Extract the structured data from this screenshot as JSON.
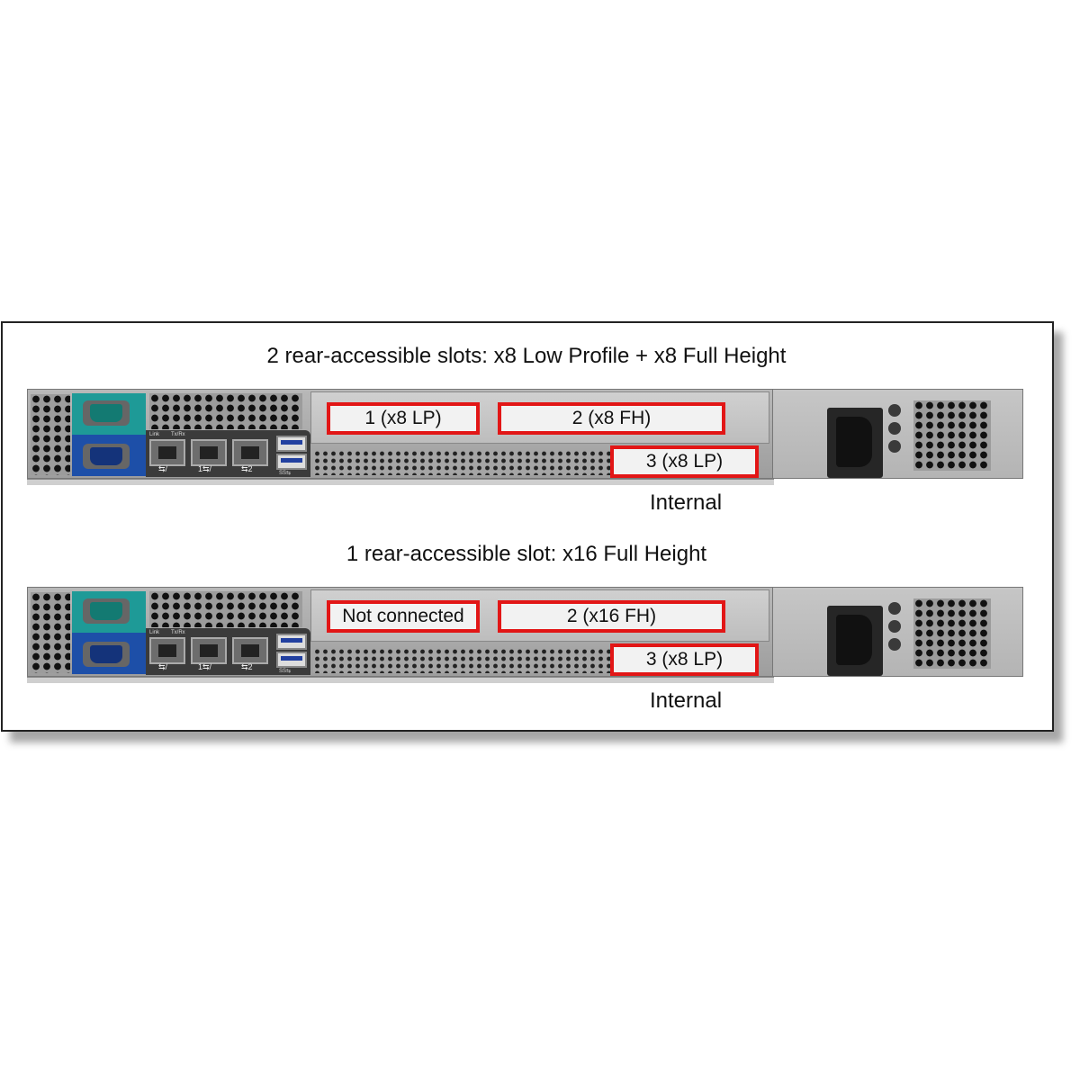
{
  "configs": [
    {
      "title": "2 rear-accessible slots: x8 Low Profile + x8 Full Height",
      "slot1": "1 (x8 LP)",
      "slot2": "2 (x8 FH)",
      "slot3": "3 (x8 LP)",
      "internal": "Internal"
    },
    {
      "title": "1 rear-accessible slot: x16 Full Height",
      "slot1": "Not connected",
      "slot2": "2 (x16 FH)",
      "slot3": "3 (x8 LP)",
      "internal": "Internal"
    }
  ],
  "port_labels": {
    "link": "Link",
    "txrx": "Tx/Rx",
    "port_mgmt": "⇆/",
    "port1": "1⇆/",
    "port2": "⇆2",
    "usb": "SS⇆"
  },
  "colors": {
    "highlight": "#e21616",
    "serial": "#1e9a97",
    "vga": "#1d4fa8"
  }
}
